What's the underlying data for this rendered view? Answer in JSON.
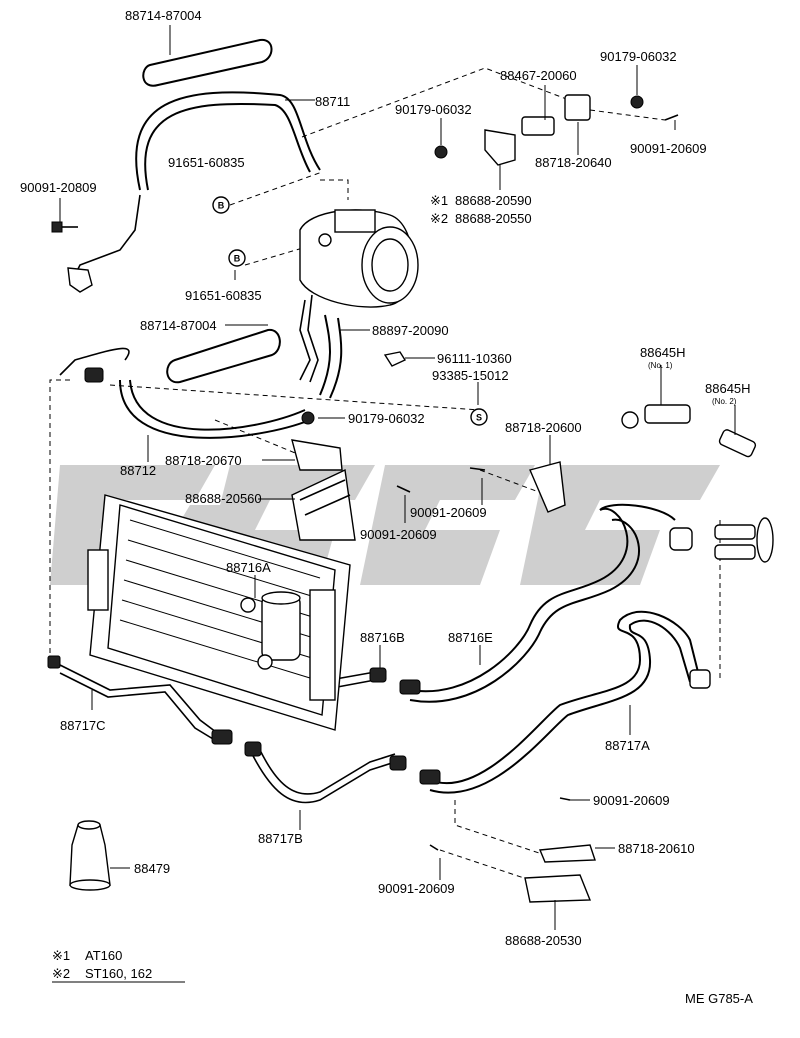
{
  "parts": {
    "p1": "88714-87004",
    "p2": "88711",
    "p3": "88467-20060",
    "p4": "90179-06032",
    "p5": "90179-06032",
    "p6": "90091-20609",
    "p7": "88718-20640",
    "p8": "91651-60835",
    "p9": "90091-20809",
    "p10": "88688-20590",
    "p11": "88688-20550",
    "p12": "91651-60835",
    "p13": "88714-87004",
    "p14": "88897-20090",
    "p15": "96111-10360",
    "p16": "93385-15012",
    "p17": "88645H",
    "p17b": "(No. 1)",
    "p18": "88645H",
    "p18b": "(No. 2)",
    "p19": "90179-06032",
    "p20": "88718-20600",
    "p21": "88712",
    "p22": "88718-20670",
    "p23": "88688-20560",
    "p24": "90091-20609",
    "p25": "90091-20609",
    "p26": "88716A",
    "p27": "88716B",
    "p28": "88716E",
    "p29": "88717C",
    "p30": "88717A",
    "p31": "88717B",
    "p32": "90091-20609",
    "p33": "88718-20610",
    "p34": "88479",
    "p35": "90091-20609",
    "p36": "88688-20530"
  },
  "markers": {
    "b": "B",
    "s": "S",
    "note1_mark": "※1",
    "note2_mark": "※2"
  },
  "notes": {
    "n1_mark": "※1",
    "n1_text": "AT160",
    "n2_mark": "※2",
    "n2_text": "ST160, 162"
  },
  "code": "ME G785-A"
}
